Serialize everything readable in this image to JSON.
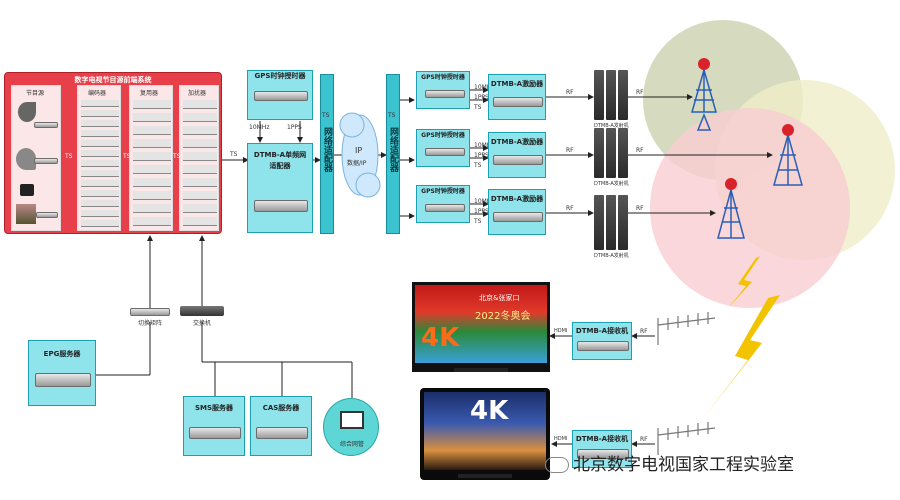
{
  "headend": {
    "title": "数字电视节目源前端系统",
    "col1_title": "节目源",
    "col2_title": "编码器",
    "col3_title": "复用器",
    "col4_title": "加扰器",
    "edge_label_ts1": "TS",
    "edge_label_ts2": "TS",
    "edge_label_ts3": "TS",
    "edge_label_ts_out": "TS"
  },
  "gps_main": {
    "title": "GPS时钟授时器",
    "label_10m": "10MHz",
    "label_1pps": "1PPS"
  },
  "adapter_main": {
    "title": "DTMB-A单频网适配器"
  },
  "left_net_adapter": {
    "title": "网络适配器",
    "ts_label": "TS"
  },
  "ip_cloud": {
    "label": "IP",
    "sublabel": "数据/IP"
  },
  "right_net_adapter": {
    "title": "网络适配器",
    "ts_label": "TS"
  },
  "tx_chains": [
    {
      "gps": "GPS时钟授时器",
      "modulator": "DTMB-A激励器",
      "rf": "RF",
      "tx_label": "DTMB-A发射机",
      "sig1": "10MHz",
      "sig2": "1PPS",
      "ts": "TS"
    },
    {
      "gps": "GPS时钟授时器",
      "modulator": "DTMB-A激励器",
      "rf": "RF",
      "tx_label": "DTMB-A发射机",
      "sig1": "10MHz",
      "sig2": "1PPS",
      "ts": "TS"
    },
    {
      "gps": "GPS时钟授时器",
      "modulator": "DTMB-A激励器",
      "rf": "RF",
      "tx_label": "DTMB-A发射机",
      "sig1": "10MHz",
      "sig2": "1PPS",
      "ts": "TS"
    }
  ],
  "switches": {
    "left": "切换矩阵",
    "right": "交换机"
  },
  "epg": {
    "title": "EPG服务器"
  },
  "sms": {
    "title": "SMS服务器"
  },
  "cas": {
    "title": "CAS服务器"
  },
  "mgmt": {
    "title": "综合网管"
  },
  "receivers": [
    {
      "title": "DTMB-A接收机",
      "in_label": "RF",
      "out_label": "HDMI"
    },
    {
      "title": "DTMB-A接收机",
      "in_label": "RF",
      "out_label": "HDMI"
    }
  ],
  "tv1": {
    "banner": "北京&张家口",
    "subtitle": "2022冬奥会",
    "badge": "4K"
  },
  "tv2": {
    "badge": "4K"
  },
  "watermark": "北京数字电视国家工程实验室",
  "colors": {
    "headend_bg": "#e8404a",
    "adapter_fill": "#8fe4ec",
    "adapter_border": "#1aa0b0",
    "lightning": "#f2c400"
  }
}
